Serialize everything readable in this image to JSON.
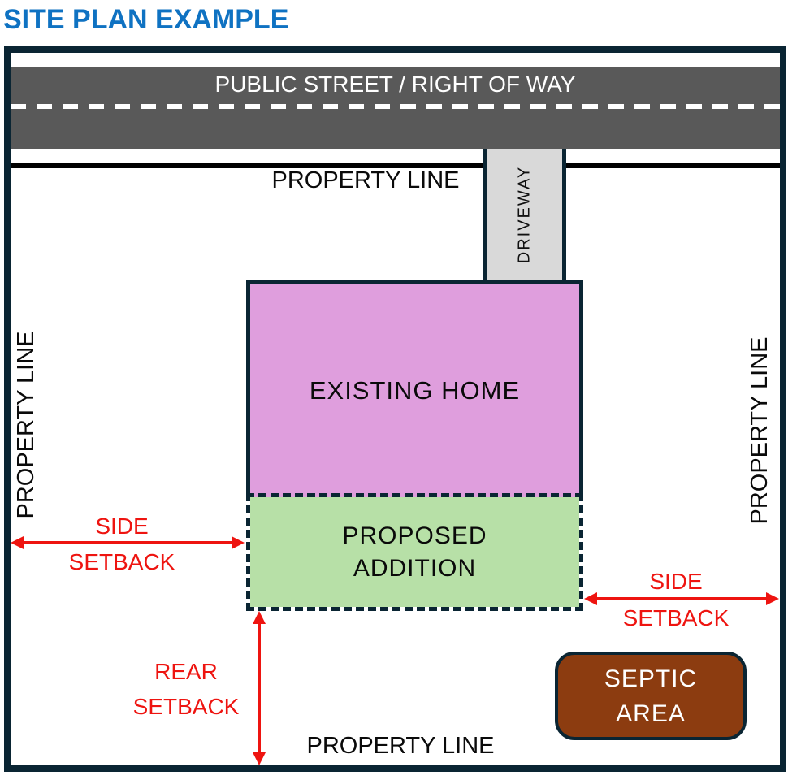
{
  "title": "SITE PLAN EXAMPLE",
  "street": {
    "label": "PUBLIC STREET / RIGHT OF WAY"
  },
  "driveway": {
    "label": "DRIVEWAY"
  },
  "property_lines": {
    "top": "PROPERTY LINE",
    "bottom": "PROPERTY LINE",
    "left": "PROPERTY LINE",
    "right": "PROPERTY LINE"
  },
  "buildings": {
    "existing_home": {
      "label": "EXISTING HOME",
      "fill": "#df9edd"
    },
    "proposed_addition": {
      "label": "PROPOSED ADDITION",
      "fill": "#b7e0a7"
    },
    "septic_area": {
      "label": "SEPTIC AREA",
      "fill": "#8c3c10"
    }
  },
  "setbacks": {
    "side_left": {
      "label_above": "SIDE",
      "label_below": "SETBACK"
    },
    "side_right": {
      "label_above": "SIDE",
      "label_below": "SETBACK"
    },
    "rear": {
      "label_line1": "REAR",
      "label_line2": "SETBACK"
    }
  },
  "colors": {
    "title_blue": "#0f72c2",
    "boundary_navy": "#0a2533",
    "street_gray": "#595959",
    "driveway_gray": "#d9d9d9",
    "home_pink": "#df9edd",
    "addition_green": "#b7e0a7",
    "septic_brown": "#8c3c10",
    "setback_red": "#ee1410",
    "property_line_black": "#000000",
    "centerline_white": "#ffffff"
  }
}
